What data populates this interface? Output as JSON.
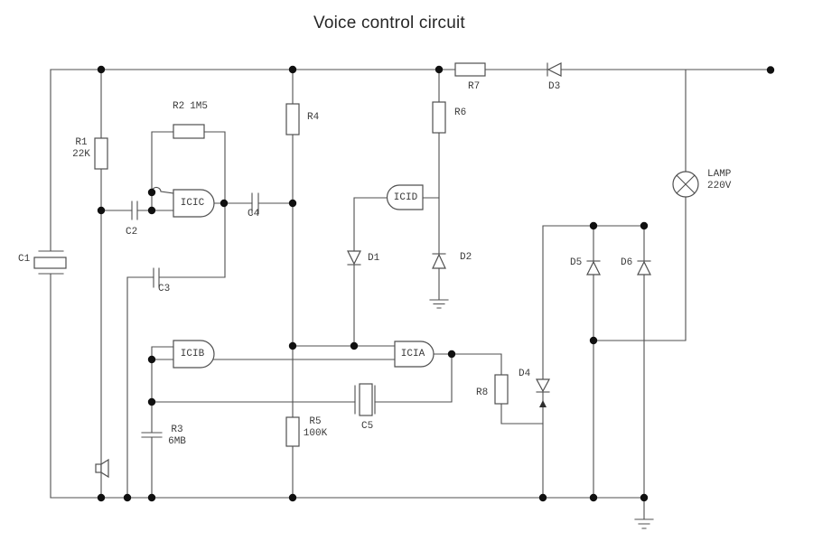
{
  "title": "Voice control circuit",
  "colors": {
    "wire": "#4f4f4f",
    "dot": "#101010",
    "text": "#3a3a3a",
    "background": "#ffffff"
  },
  "components": {
    "c1": {
      "label": "C1"
    },
    "r1": {
      "label": "R1",
      "value": "22K"
    },
    "r2": {
      "label": "R2",
      "value": "1M5"
    },
    "c2": {
      "label": "C2"
    },
    "c3": {
      "label": "C3"
    },
    "c4": {
      "label": "C4"
    },
    "icic": {
      "label": "ICIC"
    },
    "icid": {
      "label": "ICID"
    },
    "icib": {
      "label": "ICIB"
    },
    "icia": {
      "label": "ICIA"
    },
    "r4": {
      "label": "R4"
    },
    "r6": {
      "label": "R6"
    },
    "r7": {
      "label": "R7"
    },
    "d3": {
      "label": "D3"
    },
    "d1": {
      "label": "D1"
    },
    "d2": {
      "label": "D2"
    },
    "lamp": {
      "label": "LAMP",
      "value": "220V"
    },
    "d5": {
      "label": "D5"
    },
    "d6": {
      "label": "D6"
    },
    "d4": {
      "label": "D4"
    },
    "r8": {
      "label": "R8"
    },
    "r3": {
      "label": "R3",
      "value": "6MB"
    },
    "r5": {
      "label": "R5",
      "value": "100K"
    },
    "c5": {
      "label": "C5"
    }
  }
}
